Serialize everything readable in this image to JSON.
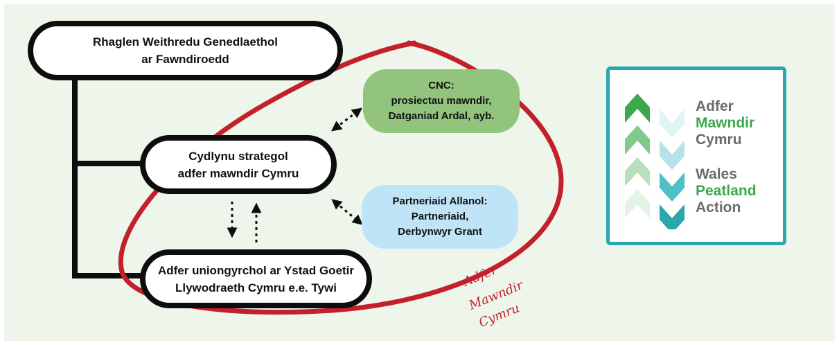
{
  "nodes": {
    "national_programme": [
      "Rhaglen Weithredu Genedlaethol",
      "ar Fawndiroedd"
    ],
    "strategic": [
      "Cydlynu strategol",
      "adfer mawndir Cymru"
    ],
    "estate": [
      "Adfer uniongyrchol ar Ystad Goetir",
      "Llywodraeth Cymru e.e. Tywi"
    ],
    "cnc": [
      "CNC:",
      "prosiectau mawndir,",
      "Datganiad Ardal, ayb."
    ],
    "external": [
      "Partneriaid Allanol:",
      "Partneriaid,",
      "Derbynwyr Grant"
    ]
  },
  "ellipse_label": [
    "Adfer",
    "Mawndir",
    "Cymru"
  ],
  "logo": {
    "welsh": [
      "Adfer",
      "Mawndir",
      "Cymru"
    ],
    "english": [
      "Wales",
      "Peatland",
      "Action"
    ]
  },
  "colors": {
    "panel_bg": "#eef6ec",
    "node_border": "#0d0d0d",
    "cnc_fill": "#93c47d",
    "external_fill": "#bfe4f7",
    "ellipse_red": "#c3202c",
    "logo_teal": "#2aa7ad",
    "logo_green": "#3aa84b",
    "logo_grey": "#6b6b6b"
  }
}
